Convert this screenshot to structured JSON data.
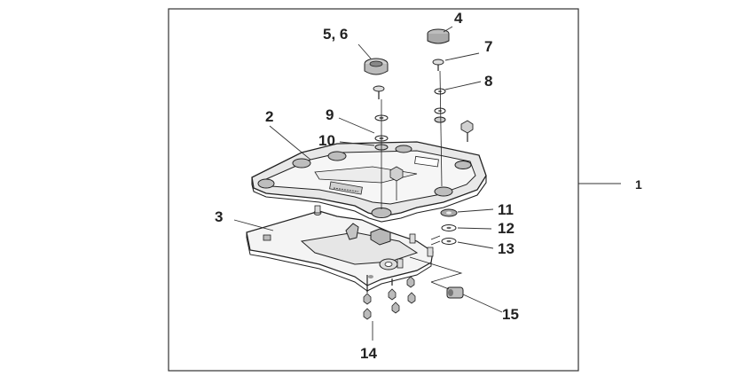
{
  "diagram": {
    "callouts": {
      "c1": "1",
      "c2": "2",
      "c3": "3",
      "c4": "4",
      "c56": "5, 6",
      "c7": "7",
      "c8": "8",
      "c9": "9",
      "c10": "10",
      "c11": "11",
      "c12": "12",
      "c13": "13",
      "c14": "14",
      "c15": "15"
    },
    "colors": {
      "line": "#222222",
      "part_fill_light": "#e6e6e6",
      "part_fill_mid": "#cfcfcf",
      "part_fill_dark": "#a9a9a9"
    }
  }
}
